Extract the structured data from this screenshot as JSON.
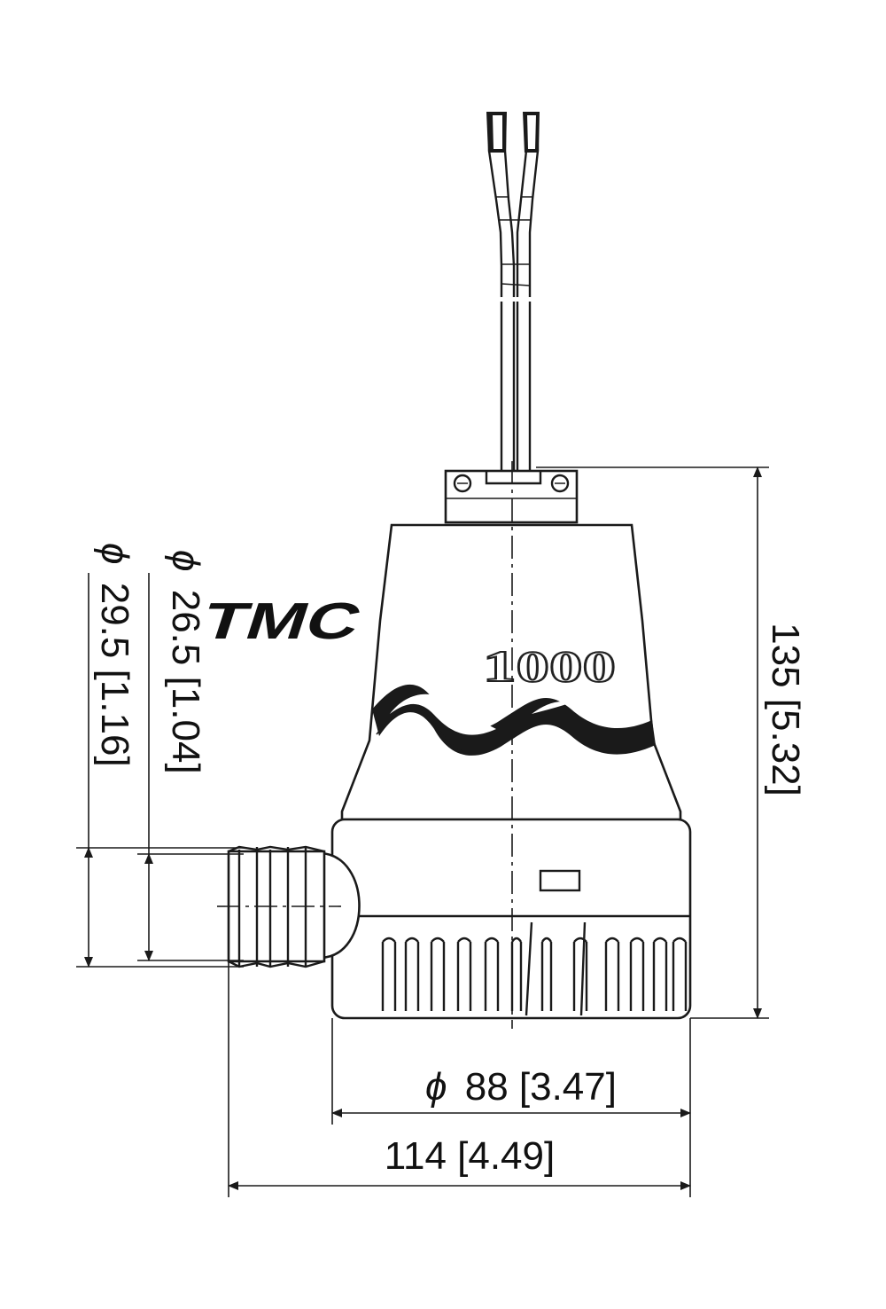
{
  "product": {
    "brand": "TMC",
    "model": "1000"
  },
  "dimensions": {
    "height": {
      "value": "135 [5.32]"
    },
    "body_diameter": {
      "symbol": "ϕ",
      "value": "88 [3.47]"
    },
    "total_width": {
      "value": "114 [4.49]"
    },
    "outlet_inner_diameter": {
      "symbol": "ϕ",
      "value": "26.5 [1.04]"
    },
    "outlet_outer_diameter": {
      "symbol": "ϕ",
      "value": "29.5 [1.16]"
    }
  },
  "colors": {
    "line": "#1a1a1a",
    "background": "#ffffff"
  }
}
